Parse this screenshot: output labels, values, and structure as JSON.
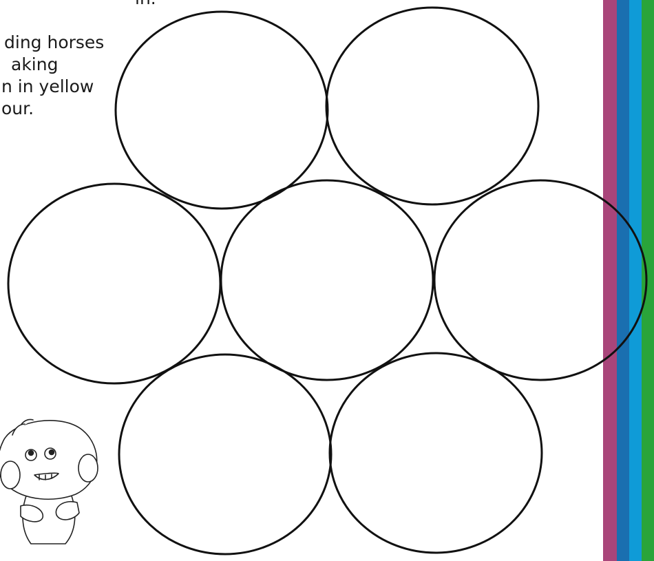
{
  "instructions": {
    "lines": [
      "in.",
      "",
      "ding horses",
      "aking",
      "n in yellow",
      "our."
    ]
  },
  "border_stripes": {
    "colors": [
      "#a9457a",
      "#1a6fb0",
      "#0f9bd7",
      "#2aa43a"
    ]
  },
  "circles": {
    "count": 7,
    "stroke_color": "#111111"
  },
  "mascot": {
    "icon": "mushroom-character-icon"
  }
}
